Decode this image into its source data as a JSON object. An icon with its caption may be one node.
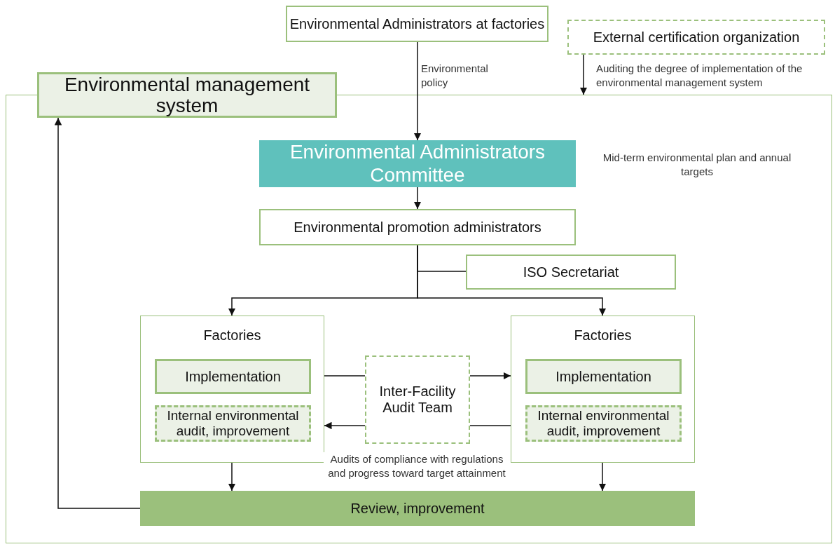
{
  "diagram": {
    "nodes": [
      {
        "text": [
          "Environmental management system"
        ]
      },
      {
        "text": [
          "Environmental Administrators at factories"
        ]
      },
      {
        "text": [
          "External certification organization"
        ]
      },
      {
        "text": [
          "Environmental Administrators Committee"
        ],
        "in": 0,
        "beside": [
          "Mid-term environmental plan and annual targets"
        ]
      },
      {
        "text": [
          "Environmental promotion administrators"
        ],
        "in": 0
      },
      {
        "text": [
          "ISO Secretariat"
        ],
        "in": 0
      },
      {
        "text": [
          "Factories"
        ],
        "in": 0
      },
      {
        "text": [
          "Implementation"
        ],
        "in": 6
      },
      {
        "text": [
          "Internal environmental audit, improvement"
        ],
        "in": 6
      },
      {
        "text": [
          "Inter-Facility Audit Team"
        ],
        "in": 0,
        "beside": [
          "Audits of compliance with regulations and progress toward target attainment"
        ]
      },
      {
        "text": [
          "Factories"
        ],
        "in": 0
      },
      {
        "text": [
          "Implementation"
        ],
        "in": 10
      },
      {
        "text": [
          "Internal environmental audit, improvement"
        ],
        "in": 10
      },
      {
        "text": [
          "Review, improvement"
        ],
        "in": 0
      }
    ],
    "edges": [
      {
        "from": 1,
        "to": 3,
        "arrow": "to",
        "label": "Environmental policy"
      },
      {
        "from": 2,
        "to": 0,
        "arrow": "to",
        "label": "Auditing the degree of implementation of the environmental management system"
      },
      {
        "from": 3,
        "to": 4,
        "arrow": "to"
      },
      {
        "from": 4,
        "to": 5,
        "arrow": "none"
      },
      {
        "from": 4,
        "to": 6,
        "arrow": "to"
      },
      {
        "from": 4,
        "to": 10,
        "arrow": "to"
      },
      {
        "from": 6,
        "to": 9,
        "arrow": "none"
      },
      {
        "from": 9,
        "to": 10,
        "arrow": "to"
      },
      {
        "from": 10,
        "to": 9,
        "arrow": "none"
      },
      {
        "from": 9,
        "to": 6,
        "arrow": "to"
      },
      {
        "from": 6,
        "to": 13,
        "arrow": "to"
      },
      {
        "from": 10,
        "to": 13,
        "arrow": "to"
      },
      {
        "from": 13,
        "to": 0,
        "arrow": "to"
      }
    ]
  }
}
